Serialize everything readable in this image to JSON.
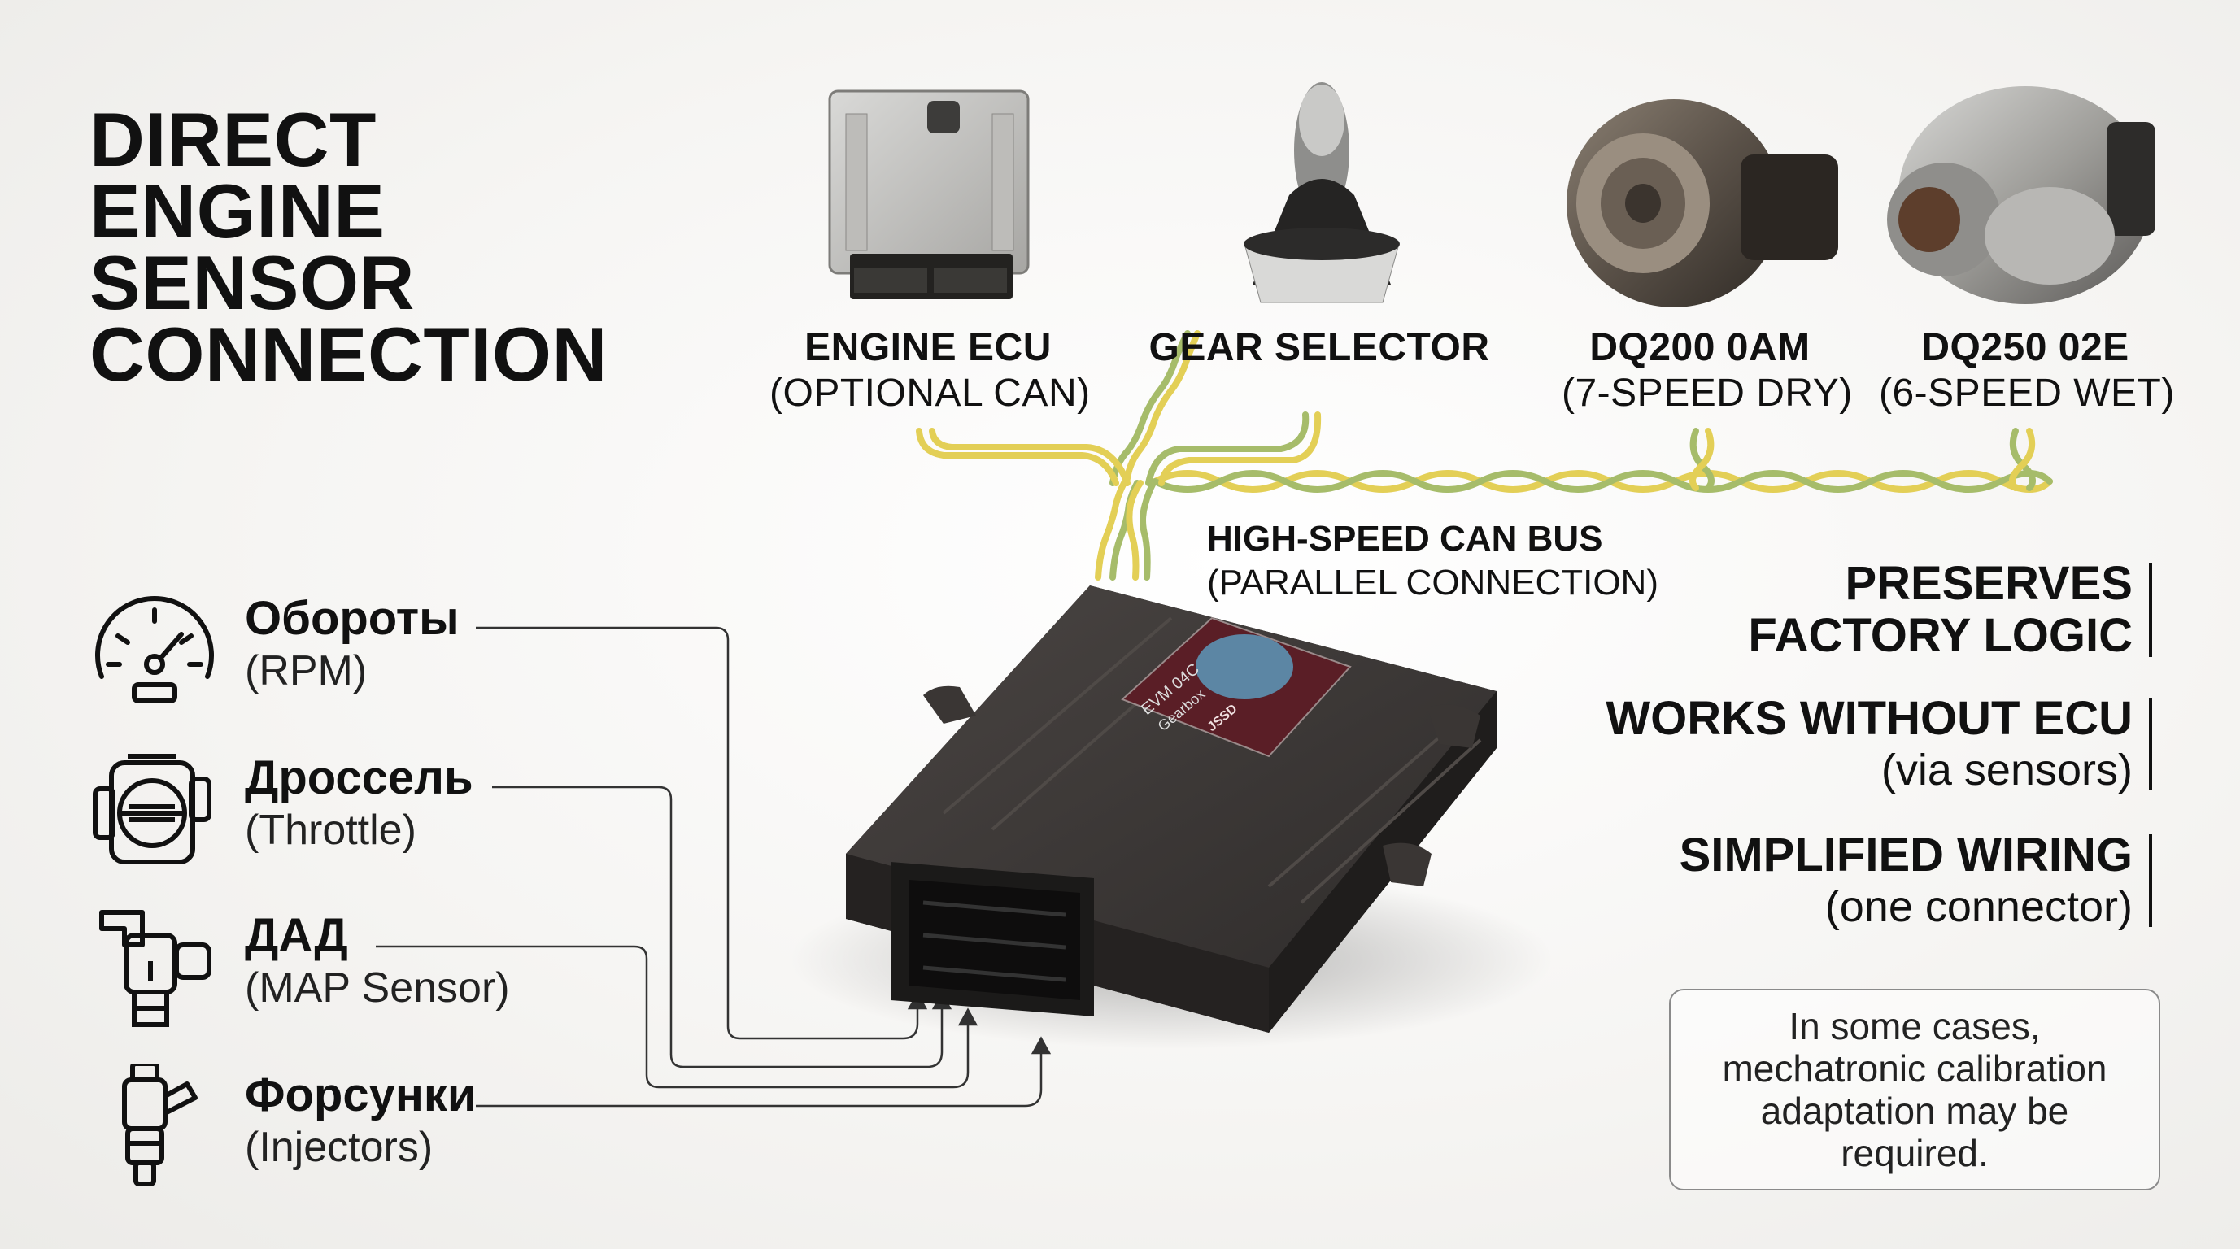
{
  "title": {
    "lines": [
      "DIRECT",
      "ENGINE",
      "SENSOR",
      "CONNECTION"
    ]
  },
  "components": [
    {
      "label": "ENGINE ECU",
      "sub": "(OPTIONAL CAN)",
      "image": "engine-ecu"
    },
    {
      "label": "GEAR SELECTOR",
      "sub": "",
      "image": "gear-shifter"
    },
    {
      "label": "DQ200 0AM",
      "sub": "(7-SPEED DRY)",
      "image": "dsg-gearbox"
    },
    {
      "label": "DQ250 02E",
      "sub": "(6-SPEED WET)",
      "image": "dsg-gearbox"
    }
  ],
  "can_bus": {
    "label": "HIGH-SPEED CAN BUS",
    "sub": "(PARALLEL CONNECTION)"
  },
  "sensors": [
    {
      "ru": "Обороты",
      "en": "(RPM)",
      "icon": "tachometer-icon"
    },
    {
      "ru": "Дроссель",
      "en": "(Throttle)",
      "icon": "throttle-body-icon"
    },
    {
      "ru": "ДАД",
      "en": "(MAP Sensor)",
      "icon": "map-sensor-icon"
    },
    {
      "ru": "Форсунки",
      "en": "(Injectors)",
      "icon": "fuel-injector-icon"
    }
  ],
  "benefits": [
    {
      "lines": [
        "PRESERVES",
        "FACTORY LOGIC"
      ],
      "sub": ""
    },
    {
      "lines": [
        "WORKS WITHOUT ECU"
      ],
      "sub": "(via sensors)"
    },
    {
      "lines": [
        "SIMPLIFIED WIRING"
      ],
      "sub": "(one connector)"
    }
  ],
  "module": {
    "label_line1": "EVM 04C",
    "label_line2": "Gearbox",
    "badge": "JSSD"
  },
  "note": "In some cases, mechatronic calibration adaptation may be required.",
  "colors": {
    "wire_yellow": "#e3cf56",
    "wire_green": "#a6bc6a",
    "module_body": "#3b3735",
    "text": "#111111"
  }
}
